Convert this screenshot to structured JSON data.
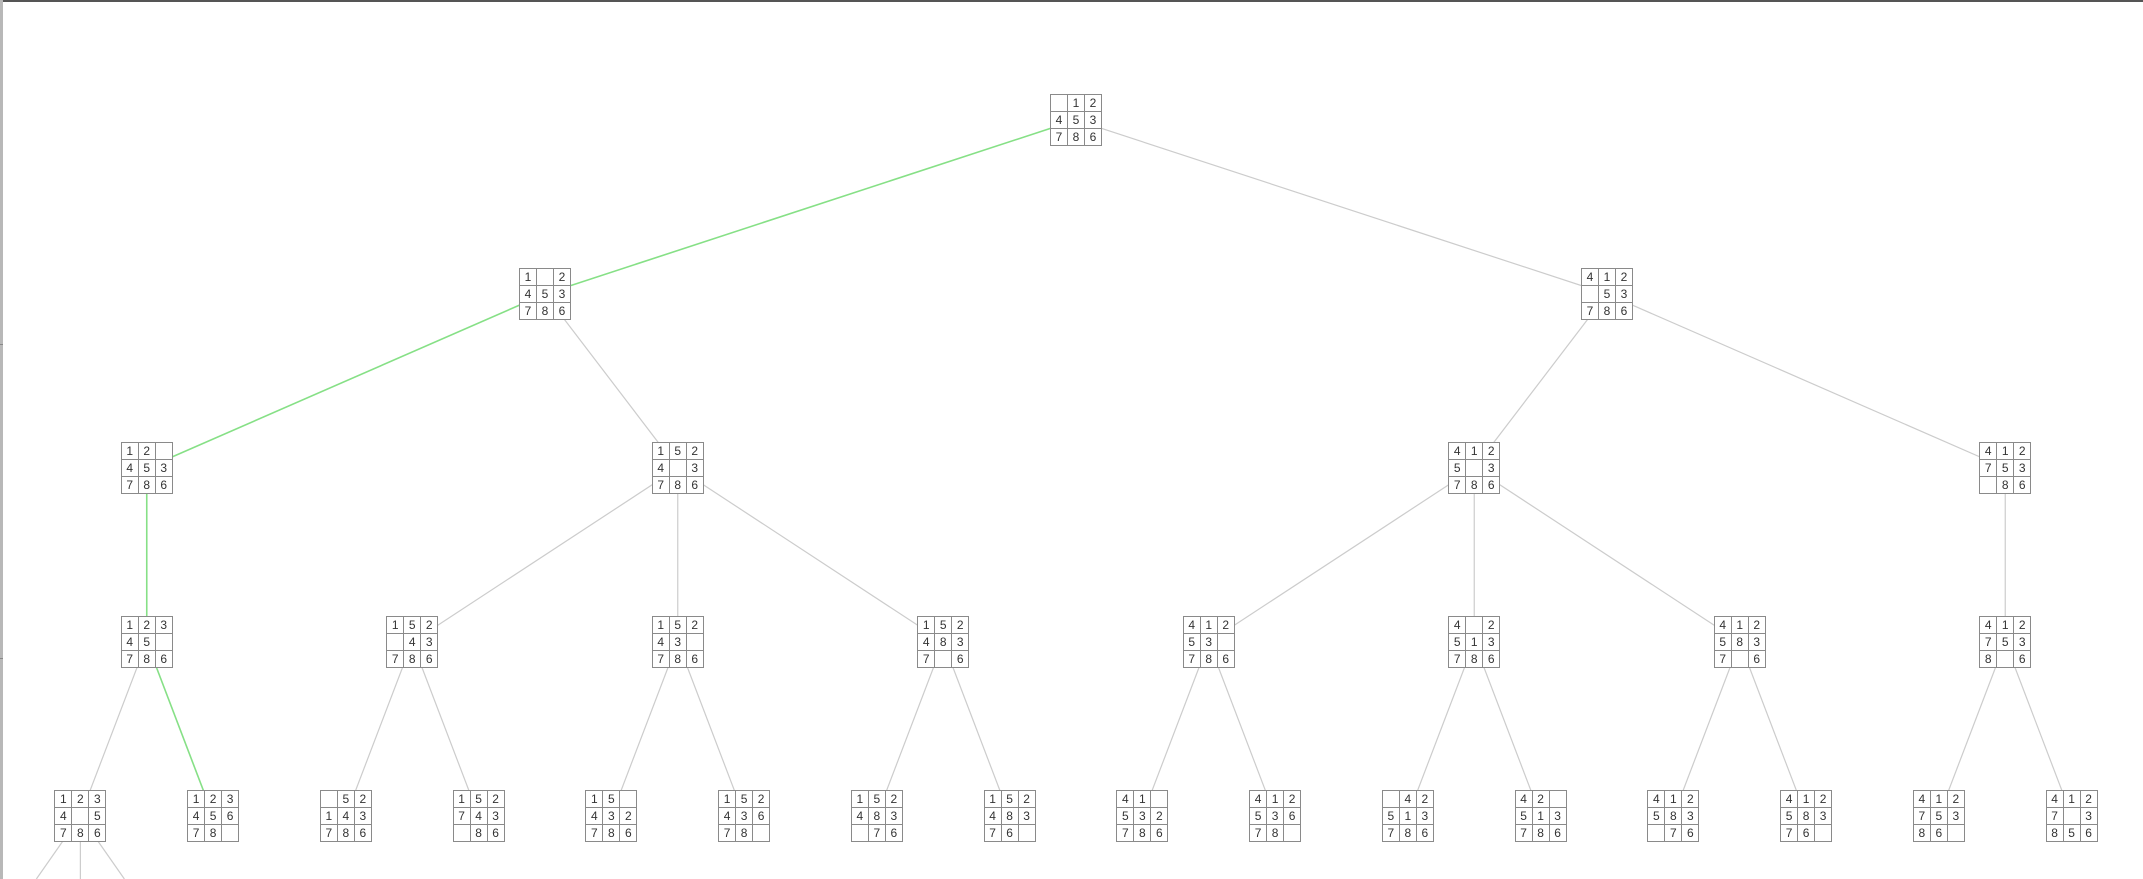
{
  "diagram": {
    "type": "puzzle-search-tree",
    "colors": {
      "solution_edge": "#86e086",
      "edge": "#cccccc",
      "cell_border": "#8a8a8a",
      "text": "#333333"
    },
    "nodes": [
      {
        "id": "n0",
        "depth": 0,
        "cells": [
          "",
          "1",
          "2",
          "4",
          "5",
          "3",
          "7",
          "8",
          "6"
        ]
      },
      {
        "id": "n1",
        "depth": 1,
        "cells": [
          "1",
          "",
          "2",
          "4",
          "5",
          "3",
          "7",
          "8",
          "6"
        ]
      },
      {
        "id": "n2",
        "depth": 1,
        "cells": [
          "4",
          "1",
          "2",
          "",
          "5",
          "3",
          "7",
          "8",
          "6"
        ]
      },
      {
        "id": "n3",
        "depth": 2,
        "cells": [
          "1",
          "2",
          "",
          "4",
          "5",
          "3",
          "7",
          "8",
          "6"
        ]
      },
      {
        "id": "n4",
        "depth": 2,
        "cells": [
          "1",
          "5",
          "2",
          "4",
          "",
          "3",
          "7",
          "8",
          "6"
        ]
      },
      {
        "id": "n5",
        "depth": 2,
        "cells": [
          "4",
          "1",
          "2",
          "5",
          "",
          "3",
          "7",
          "8",
          "6"
        ]
      },
      {
        "id": "n6",
        "depth": 2,
        "cells": [
          "4",
          "1",
          "2",
          "7",
          "5",
          "3",
          "",
          "8",
          "6"
        ]
      },
      {
        "id": "n7",
        "depth": 3,
        "cells": [
          "1",
          "2",
          "3",
          "4",
          "5",
          "",
          "7",
          "8",
          "6"
        ]
      },
      {
        "id": "n8",
        "depth": 3,
        "cells": [
          "1",
          "5",
          "2",
          "",
          "4",
          "3",
          "7",
          "8",
          "6"
        ]
      },
      {
        "id": "n9",
        "depth": 3,
        "cells": [
          "1",
          "5",
          "2",
          "4",
          "3",
          "",
          "7",
          "8",
          "6"
        ]
      },
      {
        "id": "n10",
        "depth": 3,
        "cells": [
          "1",
          "5",
          "2",
          "4",
          "8",
          "3",
          "7",
          "",
          "6"
        ]
      },
      {
        "id": "n11",
        "depth": 3,
        "cells": [
          "4",
          "1",
          "2",
          "5",
          "3",
          "",
          "7",
          "8",
          "6"
        ]
      },
      {
        "id": "n12",
        "depth": 3,
        "cells": [
          "4",
          "",
          "2",
          "5",
          "1",
          "3",
          "7",
          "8",
          "6"
        ]
      },
      {
        "id": "n13",
        "depth": 3,
        "cells": [
          "4",
          "1",
          "2",
          "5",
          "8",
          "3",
          "7",
          "",
          "6"
        ]
      },
      {
        "id": "n14",
        "depth": 3,
        "cells": [
          "4",
          "1",
          "2",
          "7",
          "5",
          "3",
          "8",
          "",
          "6"
        ]
      },
      {
        "id": "n15",
        "depth": 4,
        "cells": [
          "1",
          "2",
          "3",
          "4",
          "",
          "5",
          "7",
          "8",
          "6"
        ]
      },
      {
        "id": "n16",
        "depth": 4,
        "cells": [
          "1",
          "2",
          "3",
          "4",
          "5",
          "6",
          "7",
          "8",
          ""
        ]
      },
      {
        "id": "n17",
        "depth": 4,
        "cells": [
          "",
          "5",
          "2",
          "1",
          "4",
          "3",
          "7",
          "8",
          "6"
        ]
      },
      {
        "id": "n18",
        "depth": 4,
        "cells": [
          "1",
          "5",
          "2",
          "7",
          "4",
          "3",
          "",
          "8",
          "6"
        ]
      },
      {
        "id": "n19",
        "depth": 4,
        "cells": [
          "1",
          "5",
          "",
          "4",
          "3",
          "2",
          "7",
          "8",
          "6"
        ]
      },
      {
        "id": "n20",
        "depth": 4,
        "cells": [
          "1",
          "5",
          "2",
          "4",
          "3",
          "6",
          "7",
          "8",
          ""
        ]
      },
      {
        "id": "n21",
        "depth": 4,
        "cells": [
          "1",
          "5",
          "2",
          "4",
          "8",
          "3",
          "",
          "7",
          "6"
        ]
      },
      {
        "id": "n22",
        "depth": 4,
        "cells": [
          "1",
          "5",
          "2",
          "4",
          "8",
          "3",
          "7",
          "6",
          ""
        ]
      },
      {
        "id": "n23",
        "depth": 4,
        "cells": [
          "4",
          "1",
          "",
          "5",
          "3",
          "2",
          "7",
          "8",
          "6"
        ]
      },
      {
        "id": "n24",
        "depth": 4,
        "cells": [
          "4",
          "1",
          "2",
          "5",
          "3",
          "6",
          "7",
          "8",
          ""
        ]
      },
      {
        "id": "n25",
        "depth": 4,
        "cells": [
          "",
          "4",
          "2",
          "5",
          "1",
          "3",
          "7",
          "8",
          "6"
        ]
      },
      {
        "id": "n26",
        "depth": 4,
        "cells": [
          "4",
          "2",
          "",
          "5",
          "1",
          "3",
          "7",
          "8",
          "6"
        ]
      },
      {
        "id": "n27",
        "depth": 4,
        "cells": [
          "4",
          "1",
          "2",
          "5",
          "8",
          "3",
          "",
          "7",
          "6"
        ]
      },
      {
        "id": "n28",
        "depth": 4,
        "cells": [
          "4",
          "1",
          "2",
          "5",
          "8",
          "3",
          "7",
          "6",
          ""
        ]
      },
      {
        "id": "n29",
        "depth": 4,
        "cells": [
          "4",
          "1",
          "2",
          "7",
          "5",
          "3",
          "8",
          "6",
          ""
        ]
      },
      {
        "id": "n30",
        "depth": 4,
        "cells": [
          "4",
          "1",
          "2",
          "7",
          "",
          "3",
          "8",
          "5",
          "6"
        ]
      }
    ],
    "edges": [
      {
        "from": "n0",
        "to": "n1",
        "solution": true
      },
      {
        "from": "n0",
        "to": "n2",
        "solution": false
      },
      {
        "from": "n1",
        "to": "n3",
        "solution": true
      },
      {
        "from": "n1",
        "to": "n4",
        "solution": false
      },
      {
        "from": "n2",
        "to": "n5",
        "solution": false
      },
      {
        "from": "n2",
        "to": "n6",
        "solution": false
      },
      {
        "from": "n3",
        "to": "n7",
        "solution": true
      },
      {
        "from": "n4",
        "to": "n8",
        "solution": false
      },
      {
        "from": "n4",
        "to": "n9",
        "solution": false
      },
      {
        "from": "n4",
        "to": "n10",
        "solution": false
      },
      {
        "from": "n5",
        "to": "n11",
        "solution": false
      },
      {
        "from": "n5",
        "to": "n12",
        "solution": false
      },
      {
        "from": "n5",
        "to": "n13",
        "solution": false
      },
      {
        "from": "n6",
        "to": "n14",
        "solution": false
      },
      {
        "from": "n7",
        "to": "n15",
        "solution": false
      },
      {
        "from": "n7",
        "to": "n16",
        "solution": true
      },
      {
        "from": "n8",
        "to": "n17",
        "solution": false
      },
      {
        "from": "n8",
        "to": "n18",
        "solution": false
      },
      {
        "from": "n9",
        "to": "n19",
        "solution": false
      },
      {
        "from": "n9",
        "to": "n20",
        "solution": false
      },
      {
        "from": "n10",
        "to": "n21",
        "solution": false
      },
      {
        "from": "n10",
        "to": "n22",
        "solution": false
      },
      {
        "from": "n11",
        "to": "n23",
        "solution": false
      },
      {
        "from": "n11",
        "to": "n24",
        "solution": false
      },
      {
        "from": "n12",
        "to": "n25",
        "solution": false
      },
      {
        "from": "n12",
        "to": "n26",
        "solution": false
      },
      {
        "from": "n13",
        "to": "n27",
        "solution": false
      },
      {
        "from": "n13",
        "to": "n28",
        "solution": false
      },
      {
        "from": "n14",
        "to": "n29",
        "solution": false
      },
      {
        "from": "n14",
        "to": "n30",
        "solution": false
      }
    ]
  }
}
